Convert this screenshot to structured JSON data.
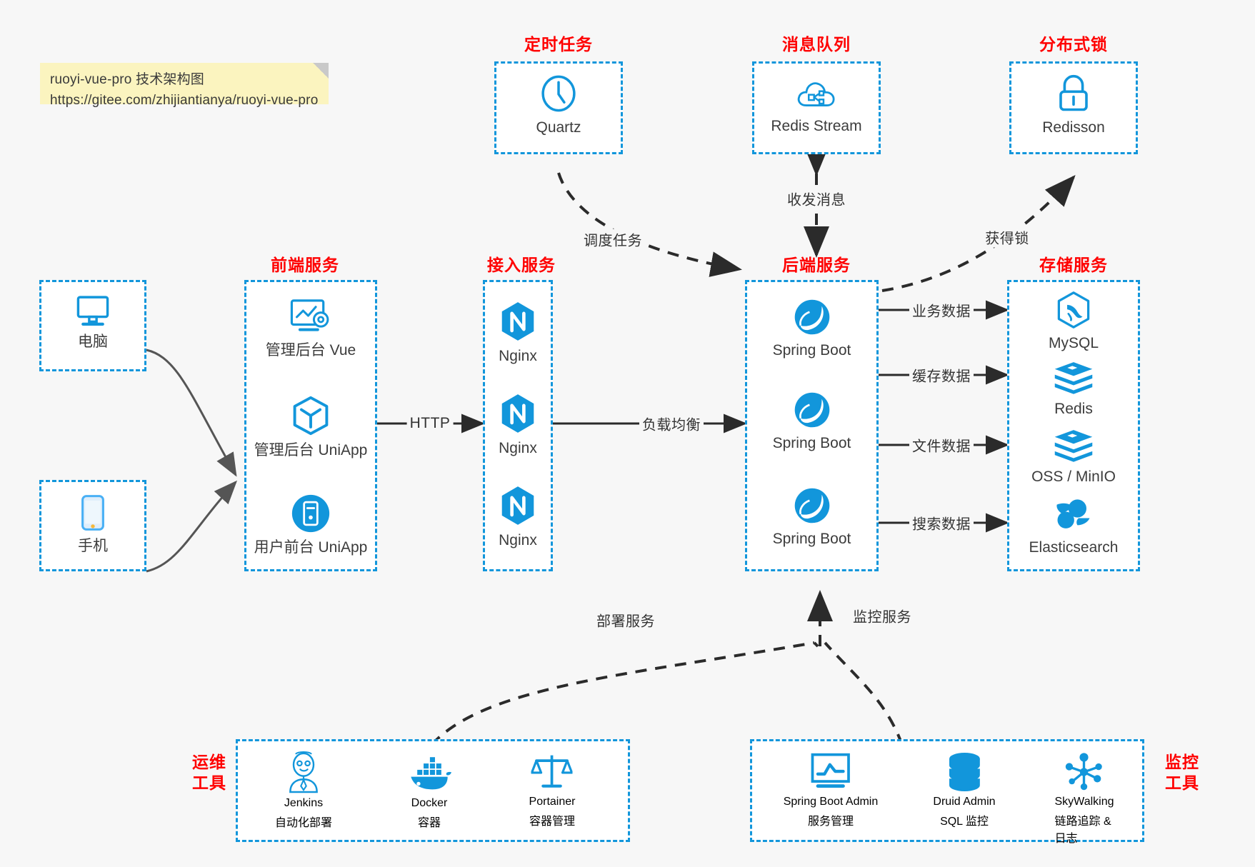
{
  "note": {
    "line1": "ruoyi-vue-pro 技术架构图",
    "line2": "https://gitee.com/zhijiantianya/ruoyi-vue-pro"
  },
  "colors": {
    "accent": "#1296db",
    "group_title": "#ff0000",
    "text": "#3c3c3c",
    "edge": "#333333",
    "background": "#f7f7f7",
    "note_background": "#fbf4bf"
  },
  "groups": {
    "scheduled_task": {
      "title": "定时任务",
      "nodes": [
        {
          "label": "Quartz",
          "icon": "clock-icon"
        }
      ]
    },
    "message_queue": {
      "title": "消息队列",
      "nodes": [
        {
          "label": "Redis Stream",
          "icon": "cloud-stream-icon"
        }
      ]
    },
    "distributed_lock": {
      "title": "分布式锁",
      "nodes": [
        {
          "label": "Redisson",
          "icon": "lock-icon"
        }
      ]
    },
    "computer": {
      "title": "",
      "nodes": [
        {
          "label": "电脑",
          "icon": "desktop-icon"
        }
      ]
    },
    "phone": {
      "title": "",
      "nodes": [
        {
          "label": "手机",
          "icon": "smartphone-icon"
        }
      ]
    },
    "frontend": {
      "title": "前端服务",
      "nodes": [
        {
          "label": "管理后台 Vue",
          "icon": "dashboard-gear-icon"
        },
        {
          "label": "管理后台 UniApp",
          "icon": "cube-icon"
        },
        {
          "label": "用户前台 UniApp",
          "icon": "mobile-circle-icon"
        }
      ]
    },
    "gateway": {
      "title": "接入服务",
      "nodes": [
        {
          "label": "Nginx",
          "icon": "nginx-icon"
        },
        {
          "label": "Nginx",
          "icon": "nginx-icon"
        },
        {
          "label": "Nginx",
          "icon": "nginx-icon"
        }
      ]
    },
    "backend": {
      "title": "后端服务",
      "nodes": [
        {
          "label": "Spring Boot",
          "icon": "spring-leaf-icon"
        },
        {
          "label": "Spring Boot",
          "icon": "spring-leaf-icon"
        },
        {
          "label": "Spring Boot",
          "icon": "spring-leaf-icon"
        }
      ]
    },
    "storage": {
      "title": "存储服务",
      "nodes": [
        {
          "label": "MySQL",
          "icon": "mysql-dolphin-icon"
        },
        {
          "label": "Redis",
          "icon": "redis-stack-icon"
        },
        {
          "label": "OSS / MinIO",
          "icon": "redis-stack-icon"
        },
        {
          "label": "Elasticsearch",
          "icon": "elasticsearch-icon"
        }
      ]
    },
    "devops": {
      "title": "运维\n工具",
      "title_line1": "运维",
      "title_line2": "工具",
      "nodes": [
        {
          "label": "Jenkins",
          "sublabel": "自动化部署",
          "icon": "jenkins-butler-icon"
        },
        {
          "label": "Docker",
          "sublabel": "容器",
          "icon": "docker-whale-icon"
        },
        {
          "label": "Portainer",
          "sublabel": "容器管理",
          "icon": "scales-icon"
        }
      ]
    },
    "monitor": {
      "title_line1": "监控",
      "title_line2": "工具",
      "nodes": [
        {
          "label": "Spring Boot Admin",
          "sublabel": "服务管理",
          "icon": "monitor-chart-icon"
        },
        {
          "label": "Druid Admin",
          "sublabel": "SQL 监控",
          "icon": "database-icon"
        },
        {
          "label": "SkyWalking",
          "sublabel": "链路追踪 & 日志",
          "icon": "skywalking-icon"
        }
      ]
    }
  },
  "edges": [
    {
      "id": "task-schedule",
      "label": "调度任务",
      "from": "scheduled_task",
      "to": "backend",
      "style": "dashed"
    },
    {
      "id": "mq-exchange",
      "label": "收发消息",
      "from": "message_queue",
      "to": "backend",
      "style": "dashed-bidir"
    },
    {
      "id": "acquire-lock",
      "label": "获得锁",
      "from": "backend",
      "to": "distributed_lock",
      "style": "dashed"
    },
    {
      "id": "client-http",
      "label": "HTTP",
      "from": "frontend",
      "to": "gateway",
      "style": "solid"
    },
    {
      "id": "load-balance",
      "label": "负载均衡",
      "from": "gateway",
      "to": "backend",
      "style": "solid"
    },
    {
      "id": "business-data",
      "label": "业务数据",
      "from": "backend",
      "to": "storage",
      "style": "solid"
    },
    {
      "id": "cache-data",
      "label": "缓存数据",
      "from": "backend",
      "to": "storage",
      "style": "solid"
    },
    {
      "id": "file-data",
      "label": "文件数据",
      "from": "backend",
      "to": "storage",
      "style": "solid"
    },
    {
      "id": "search-data",
      "label": "搜索数据",
      "from": "backend",
      "to": "storage",
      "style": "solid"
    },
    {
      "id": "deploy-service",
      "label": "部署服务",
      "from": "devops",
      "to": "backend",
      "style": "dashed"
    },
    {
      "id": "monitor-service",
      "label": "监控服务",
      "from": "monitor",
      "to": "backend",
      "style": "dashed"
    }
  ]
}
